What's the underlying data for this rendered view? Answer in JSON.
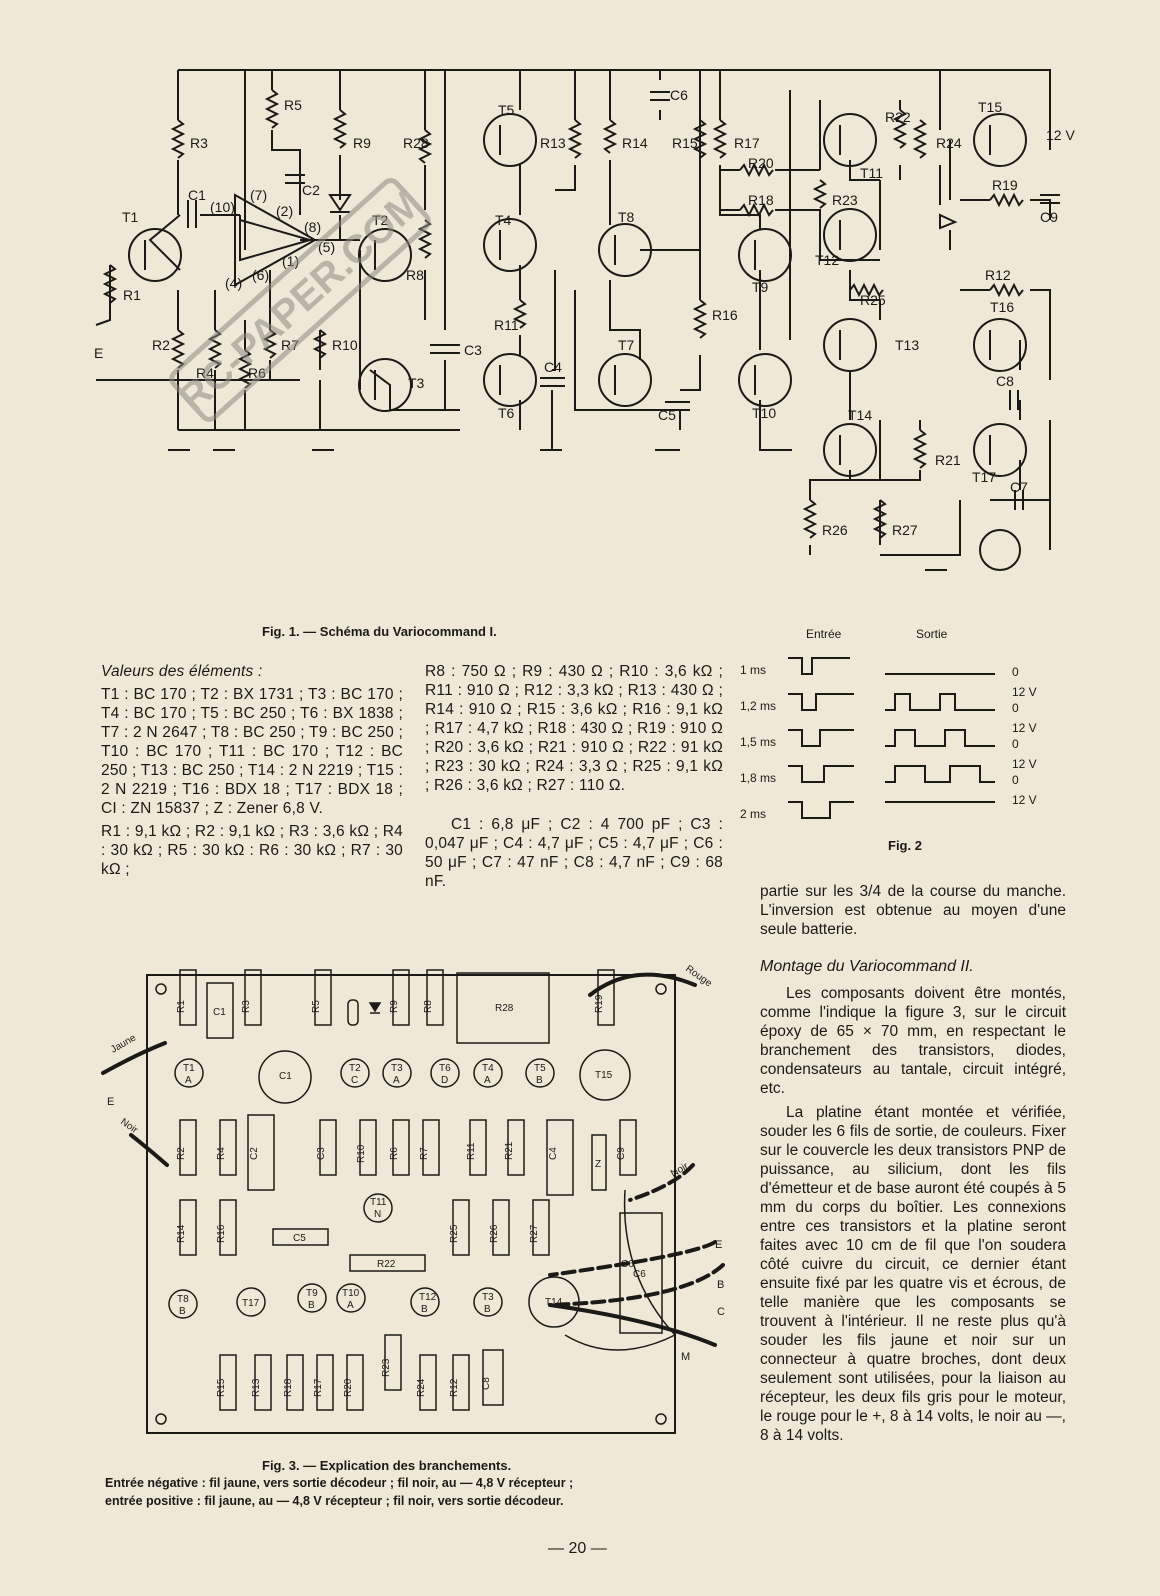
{
  "fig1": {
    "caption": "Fig. 1. — Schéma du Variocommand I.",
    "watermark": "RC-PAPER.COM",
    "supply_label": "12 V",
    "input_label": "E",
    "transistors": [
      "T1",
      "T2",
      "T3",
      "T4",
      "T5",
      "T6",
      "T7",
      "T8",
      "T9",
      "T10",
      "T11",
      "T12",
      "T13",
      "T14",
      "T15",
      "T16",
      "T17"
    ],
    "resistors": [
      "R1",
      "R2",
      "R3",
      "R4",
      "R5",
      "R6",
      "R7",
      "R8",
      "R9",
      "R10",
      "R11",
      "R12",
      "R13",
      "R14",
      "R15",
      "R16",
      "R17",
      "R18",
      "R19",
      "R20",
      "R21",
      "R22",
      "R23",
      "R24",
      "R25",
      "R26",
      "R27",
      "R28"
    ],
    "capacitors": [
      "C1",
      "C2",
      "C3",
      "C4",
      "C5",
      "C6",
      "C7",
      "C8",
      "C9"
    ],
    "ic_pins": [
      "(1)",
      "(2)",
      "(4)",
      "(5)",
      "(6)",
      "(7)",
      "(8)",
      "(10)"
    ]
  },
  "values": {
    "heading": "Valeurs des éléments :",
    "semis": "T1 : BC 170 ; T2 : BX 1731 ; T3 : BC 170 ; T4 : BC 170 ; T5 : BC 250 ; T6 : BX 1838 ; T7 : 2 N 2647 ; T8 : BC 250 ; T9 : BC 250 ; T10 : BC 170 ; T11 : BC 170 ; T12 : BC 250 ; T13 : BC 250 ; T14 : 2 N 2219 ; T15 : 2 N 2219 ; T16 : BDX 18 ; T17 : BDX 18 ; CI : ZN 15837 ; Z : Zener 6,8 V.",
    "resistors_a": "R1 : 9,1 kΩ ; R2 : 9,1 kΩ ; R3 : 3,6 kΩ ; R4 : 30 kΩ ; R5 : 30 kΩ : R6 : 30 kΩ ; R7 : 30 kΩ ;",
    "resistors_b": "R8 : 750 Ω ; R9 : 430 Ω ; R10 : 3,6 kΩ ; R11 : 910 Ω ; R12 : 3,3 kΩ ; R13 : 430 Ω ; R14 : 910 Ω ; R15 : 3,6 kΩ ; R16 : 9,1 kΩ ; R17 : 4,7 kΩ ; R18 : 430 Ω ; R19 : 910 Ω ; R20 : 3,6 kΩ ; R21 : 910 Ω ; R22 : 91 kΩ ; R23 : 30 kΩ ; R24 : 3,3 Ω ; R25 : 9,1 kΩ ; R26 : 3,6 kΩ ; R27 : 110 Ω.",
    "capacitors": "C1 : 6,8 μF ; C2 : 4 700 pF ; C3 : 0,047 μF ; C4 : 4,7 μF ; C5 : 4,7 μF ; C6 : 50 μF ; C7 : 47 nF ; C8 : 4,7 nF ; C9 : 68 nF."
  },
  "fig2": {
    "caption": "Fig. 2",
    "col_in": "Entrée",
    "col_out": "Sortie",
    "rows": [
      {
        "t": "1 ms",
        "v_hi": "",
        "v_lo": "0"
      },
      {
        "t": "1,2 ms",
        "v_hi": "12 V",
        "v_lo": "0"
      },
      {
        "t": "1,5 ms",
        "v_hi": "12 V",
        "v_lo": "0"
      },
      {
        "t": "1,8 ms",
        "v_hi": "12 V",
        "v_lo": "0"
      },
      {
        "t": "2 ms",
        "v_hi": "12 V",
        "v_lo": ""
      }
    ]
  },
  "right_text": {
    "p0": "partie sur les 3/4 de la course du manche. L'inversion est obtenue au moyen d'une seule batterie.",
    "heading": "Montage du Variocommand II.",
    "p1": "Les composants doivent être montés, comme l'indique la figure 3, sur le circuit époxy de 65 × 70 mm, en respectant le branchement des transistors, diodes, condensateurs au tantale, circuit intégré, etc.",
    "p2": "La platine étant montée et vérifiée, souder les 6 fils de sortie, de couleurs. Fixer sur le couvercle les deux transistors PNP de puissance, au silicium, dont les fils d'émetteur et de base auront été coupés à 5 mm du corps du boîtier. Les connexions entre ces transistors et la platine seront faites avec 10 cm de fil que l'on soudera côté cuivre du circuit, ce dernier étant ensuite fixé par les quatre vis et écrous, de telle manière que les composants se trouvent à l'intérieur. Il ne reste plus qu'à souder les fils jaune et noir sur un connecteur à quatre broches, dont deux seulement sont utilisées, pour la liaison au récepteur, les deux fils gris pour le moteur, le rouge pour le +, 8 à 14 volts, le noir au —, 8 à 14 volts."
  },
  "fig3": {
    "caption": "Fig. 3. — Explication des branchements.",
    "note1": "Entrée négative : fil jaune, vers sortie décodeur ; fil noir, au — 4,8 V récepteur ;",
    "note2": "entrée positive : fil jaune, au — 4,8 V récepteur ; fil noir, vers sortie décodeur.",
    "wires": {
      "jaune": "Jaune",
      "noir": "Noir",
      "rouge": "Rouge",
      "noir2": "Noir",
      "e_left": "E",
      "e": "E",
      "b": "B",
      "c": "C",
      "m": "M"
    },
    "parts": {
      "top": [
        "R1",
        "C1",
        "R3",
        "R5",
        "R9",
        "R8",
        "R28",
        "R19"
      ],
      "row2": [
        {
          "n": "T1",
          "p": "A"
        },
        {
          "n": "C1",
          "p": ""
        },
        {
          "n": "T2",
          "p": "C"
        },
        {
          "n": "T3",
          "p": "A"
        },
        {
          "n": "T6",
          "p": "D"
        },
        {
          "n": "T4",
          "p": "A"
        },
        {
          "n": "T5",
          "p": "B"
        },
        {
          "n": "T15",
          "p": ""
        }
      ],
      "row3": [
        "R2",
        "R4",
        "C2",
        "C3",
        "R10",
        "R6",
        "R7",
        "R11",
        "R21",
        "C4",
        "Z",
        "C9"
      ],
      "row4": [
        "R14",
        "R16",
        "C5",
        "R22",
        "R25",
        "R26",
        "R27",
        "C6"
      ],
      "t11": {
        "n": "T11",
        "p": "N"
      },
      "row5": [
        {
          "n": "T8",
          "p": "B"
        },
        {
          "n": "T17",
          "p": ""
        },
        {
          "n": "T9",
          "p": "B"
        },
        {
          "n": "T10",
          "p": "A"
        },
        {
          "n": "T12",
          "p": "B"
        },
        {
          "n": "T3",
          "p": "B"
        },
        {
          "n": "T14",
          "p": ""
        }
      ],
      "r23": "R23",
      "row6": [
        "R15",
        "R13",
        "R18",
        "R17",
        "R20",
        "R24",
        "R12",
        "C8"
      ]
    }
  },
  "page_number": "— 20 —"
}
